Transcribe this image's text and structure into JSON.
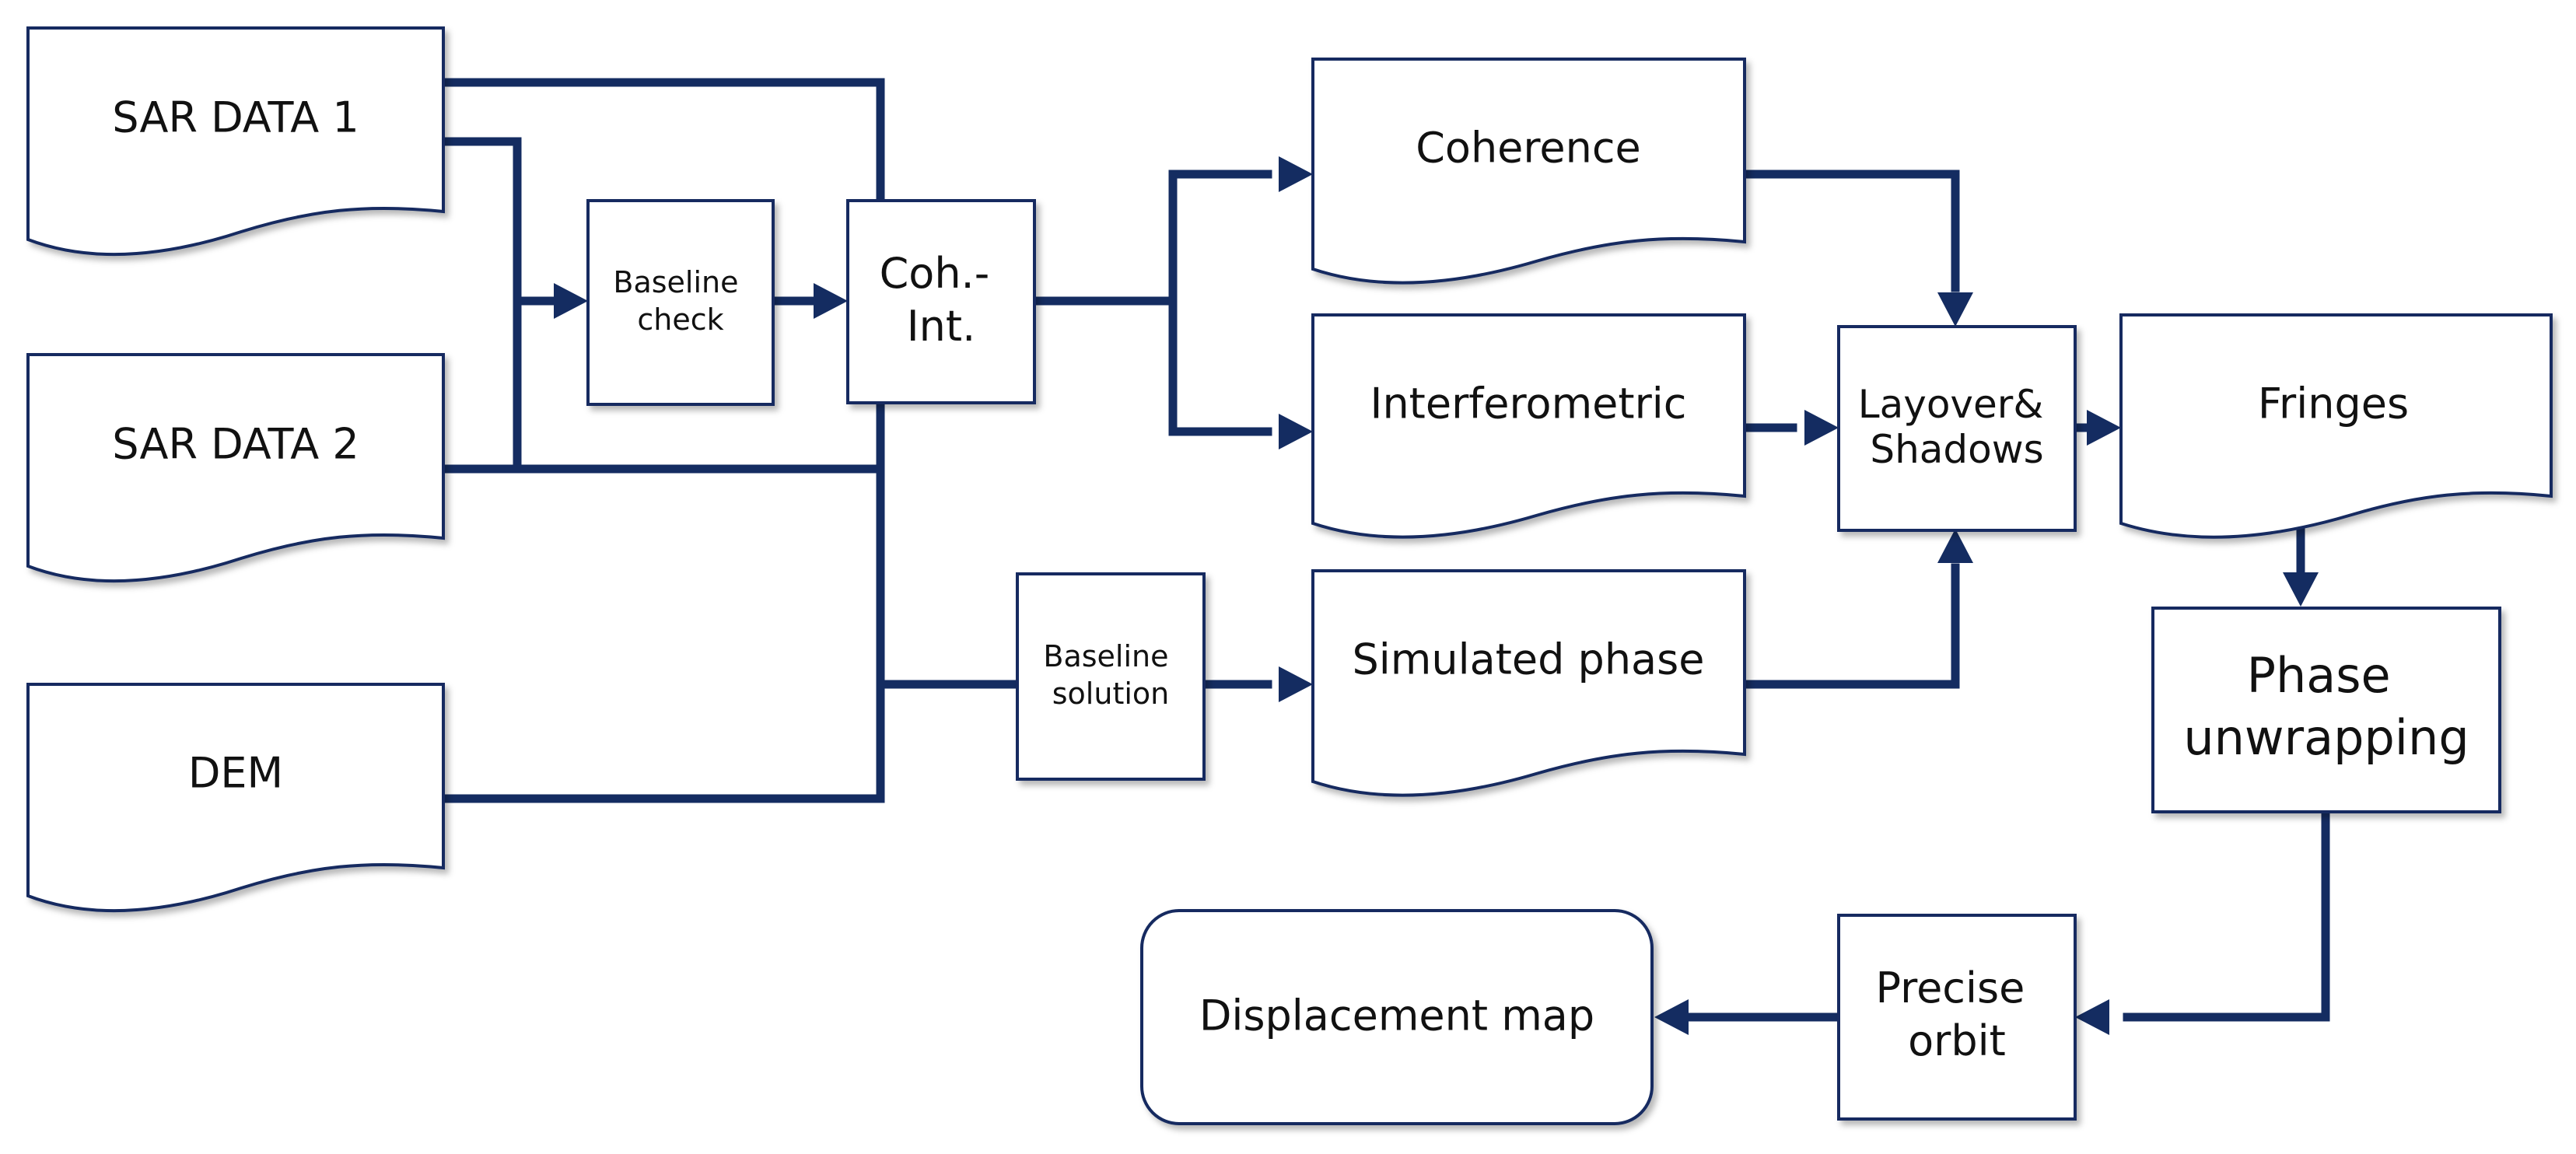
{
  "nodes": {
    "sar_data_1": "SAR DATA 1",
    "sar_data_2": "SAR DATA 2",
    "dem": "DEM",
    "baseline_check": [
      "Baseline",
      "check"
    ],
    "coh_int": [
      "Coh.-",
      "Int."
    ],
    "coherence": "Coherence",
    "interferometric": "Interferometric",
    "simulated_phase": "Simulated phase",
    "baseline_solution": [
      "Baseline",
      "solution"
    ],
    "layover_shadows": [
      "Layover&",
      "Shadows"
    ],
    "fringes": "Fringes",
    "phase_unwrapping": [
      "Phase",
      "unwrapping"
    ],
    "precise_orbit": [
      "Precise",
      "orbit"
    ],
    "displacement_map": "Displacement map"
  },
  "colors": {
    "line": "#142C61",
    "box_stroke": "#142C61",
    "box_fill": "#FFFFFF"
  }
}
